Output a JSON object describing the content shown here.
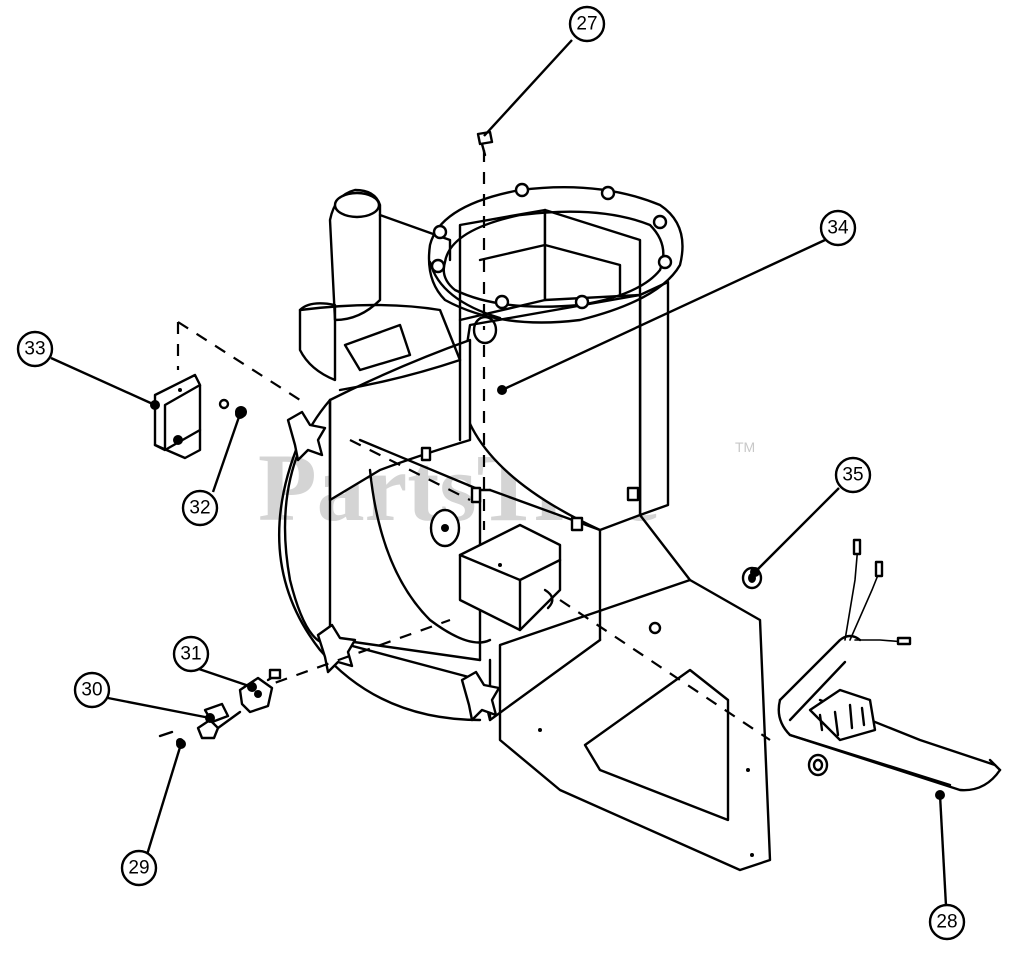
{
  "watermark": {
    "text": "PartsTree",
    "trademark": "TM"
  },
  "callouts": [
    {
      "id": "27",
      "label": "27"
    },
    {
      "id": "28",
      "label": "28"
    },
    {
      "id": "29",
      "label": "29"
    },
    {
      "id": "30",
      "label": "30"
    },
    {
      "id": "31",
      "label": "31"
    },
    {
      "id": "32",
      "label": "32"
    },
    {
      "id": "33",
      "label": "33"
    },
    {
      "id": "34",
      "label": "34"
    },
    {
      "id": "35",
      "label": "35"
    }
  ]
}
